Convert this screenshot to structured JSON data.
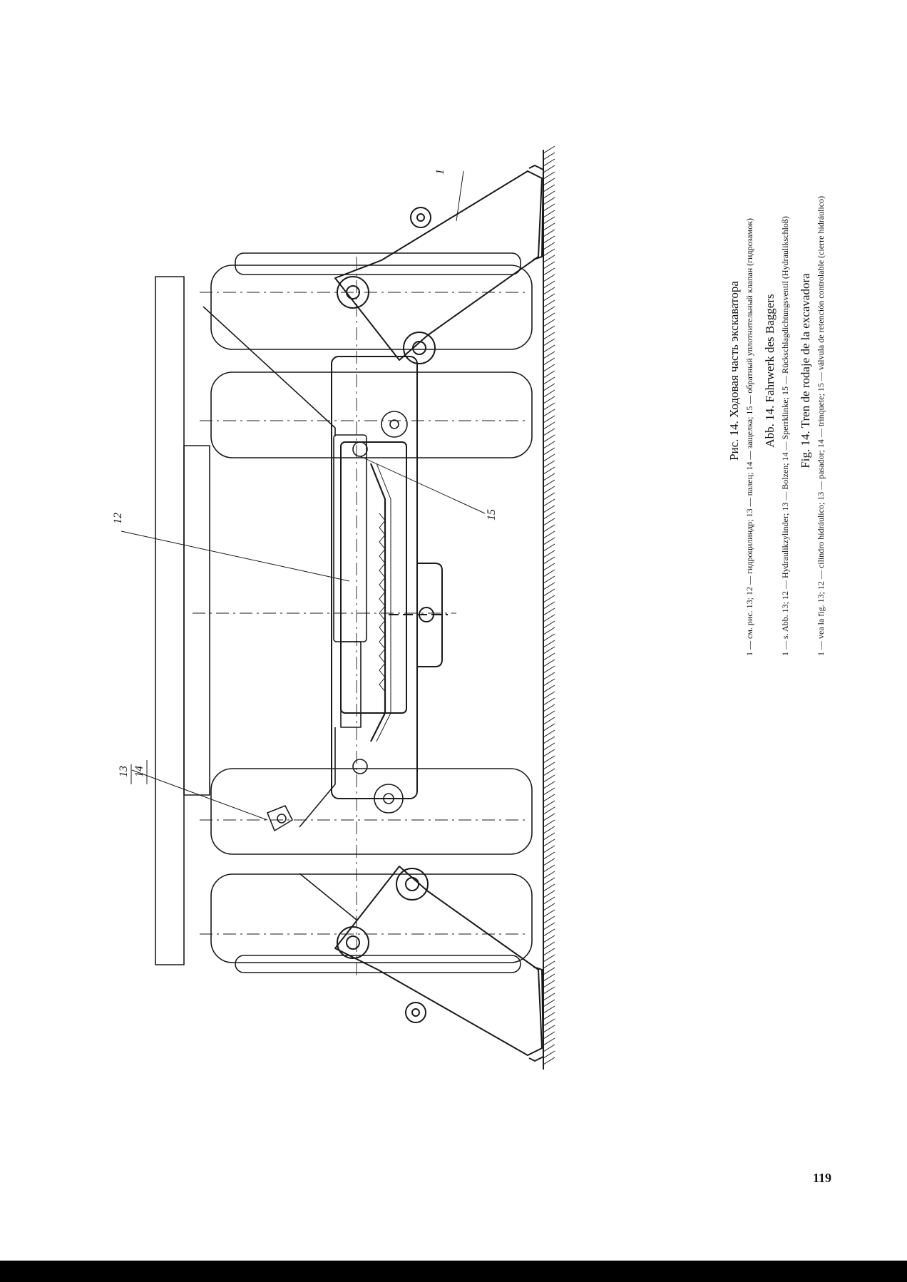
{
  "figure": {
    "callouts": {
      "c1": "1",
      "c12": "12",
      "c13": "13",
      "c14": "14",
      "c15": "15"
    }
  },
  "captions": {
    "ru": {
      "title": "Рис. 14. Ходовая часть экскаватора",
      "text": "1 — см. рис. 13; 12 — гидроцилиндр; 13 — палец; 14 — защелка; 15 — обратный уплотнительный клапан (гидрозамок)"
    },
    "de": {
      "title": "Abb. 14. Fahrwerk des Baggers",
      "text": "1 — s. Abb. 13; 12 — Hydraulikzylinder; 13 — Bolzen; 14 — Sperrklinke; 15 — Rückschlagdichtungsventil (Hydraulikschloß)"
    },
    "es": {
      "title": "Fig. 14. Tren de rodaje de la excavadora",
      "text": "1 — vea la fig. 13; 12 — cilindro hidráulico; 13 — pasador; 14 — trinquete; 15 — válvula de retención controlable (cierre hidráulico)"
    }
  },
  "page_number": "119"
}
